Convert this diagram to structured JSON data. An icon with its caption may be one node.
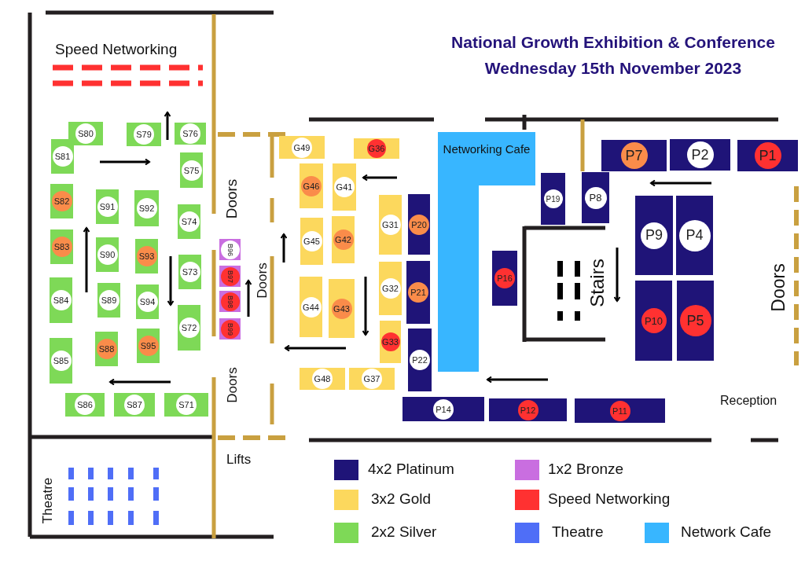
{
  "diagram": {
    "title": "National Growth Exhibition & Conference",
    "nodes": [
      {
        "text": [
          "S80"
        ]
      },
      {
        "text": [
          "S79"
        ]
      },
      {
        "text": [
          "S76"
        ]
      },
      {
        "text": [
          "S81"
        ]
      },
      {
        "text": [
          "S75"
        ]
      },
      {
        "text": [
          "S82"
        ]
      },
      {
        "text": [
          "S91"
        ]
      },
      {
        "text": [
          "S92"
        ]
      },
      {
        "text": [
          "S74"
        ]
      },
      {
        "text": [
          "S83"
        ]
      },
      {
        "text": [
          "S90"
        ]
      },
      {
        "text": [
          "S93"
        ]
      },
      {
        "text": [
          "S73"
        ]
      },
      {
        "text": [
          "S84"
        ]
      },
      {
        "text": [
          "S89"
        ]
      },
      {
        "text": [
          "S94"
        ]
      },
      {
        "text": [
          "S72"
        ]
      },
      {
        "text": [
          "S85"
        ]
      },
      {
        "text": [
          "S88"
        ]
      },
      {
        "text": [
          "S95"
        ]
      },
      {
        "text": [
          "S86"
        ]
      },
      {
        "text": [
          "S87"
        ]
      },
      {
        "text": [
          "S71"
        ]
      },
      {
        "text": [
          "B96"
        ]
      },
      {
        "text": [
          "B97"
        ]
      },
      {
        "text": [
          "B98"
        ]
      },
      {
        "text": [
          "B99"
        ]
      },
      {
        "text": [
          "G49"
        ]
      },
      {
        "text": [
          "G36"
        ]
      },
      {
        "text": [
          "G46"
        ]
      },
      {
        "text": [
          "G41"
        ]
      },
      {
        "text": [
          "G45"
        ]
      },
      {
        "text": [
          "G42"
        ]
      },
      {
        "text": [
          "G31"
        ]
      },
      {
        "text": [
          "G44"
        ]
      },
      {
        "text": [
          "G43"
        ]
      },
      {
        "text": [
          "G32"
        ]
      },
      {
        "text": [
          "G33"
        ]
      },
      {
        "text": [
          "G48"
        ]
      },
      {
        "text": [
          "G37"
        ]
      },
      {
        "text": [
          "P20"
        ]
      },
      {
        "text": [
          "P21"
        ]
      },
      {
        "text": [
          "P22"
        ]
      },
      {
        "text": [
          "Networking Cafe"
        ]
      },
      {
        "text": [
          "P7"
        ]
      },
      {
        "text": [
          "P2"
        ]
      },
      {
        "text": [
          "P1"
        ]
      },
      {
        "text": [
          "P19"
        ]
      },
      {
        "text": [
          "P8"
        ]
      },
      {
        "text": [
          "P9"
        ]
      },
      {
        "text": [
          "P4"
        ]
      },
      {
        "text": [
          "P16"
        ]
      },
      {
        "text": [
          "P10"
        ]
      },
      {
        "text": [
          "P5"
        ]
      },
      {
        "text": [
          "P14"
        ]
      },
      {
        "text": [
          "P12"
        ]
      },
      {
        "text": [
          "P11"
        ]
      }
    ],
    "labels": [
      "Wednesday 15th November 2023",
      "Speed Networking",
      "Doors",
      "Doors",
      "Doors",
      "Lifts",
      "Theatre",
      "Stairs",
      "Doors",
      "Reception"
    ],
    "legend": [
      {
        "text": "4x2 Platinum",
        "color": "#1f1478"
      },
      {
        "text": "1x2 Bronze",
        "color": "#c96ee0"
      },
      {
        "text": "3x2 Gold",
        "color": "#fcd85d"
      },
      {
        "text": "Speed Networking",
        "color": "#ff3131"
      },
      {
        "text": "2x2 Silver",
        "color": "#7ed957"
      },
      {
        "text": "Theatre",
        "color": "#4f6ef7"
      },
      {
        "text": "Network Cafe",
        "color": "#38b6ff"
      }
    ]
  }
}
